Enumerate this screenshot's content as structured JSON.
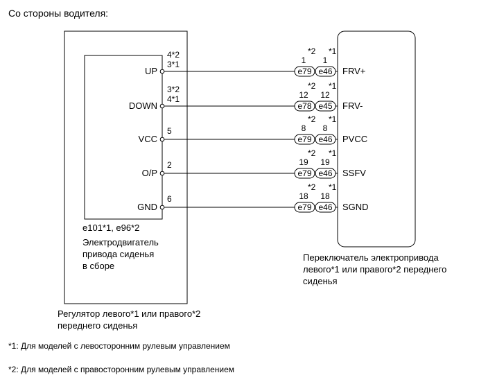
{
  "title": "Со стороны водителя:",
  "left_unit": {
    "code_label": "e101*1, e96*2",
    "motor_label": [
      "Электродвигатель",
      "привода сиденья",
      "в сборе"
    ],
    "outer_label": [
      "Регулятор левого*1 или правого*2",
      "переднего сиденья"
    ]
  },
  "right_unit": {
    "label": [
      "Переключатель электропривода",
      "левого*1 или правого*2 переднего",
      "сиденья"
    ]
  },
  "connections": [
    {
      "left_signal": "UP",
      "pin_a": "4*2",
      "pin_b": "3*1",
      "conn2_star": "*2",
      "conn1_star": "*1",
      "conn2_pin": "1",
      "conn1_pin": "1",
      "conn2": "e79",
      "conn1": "e46",
      "right_signal": "FRV+"
    },
    {
      "left_signal": "DOWN",
      "pin_a": "3*2",
      "pin_b": "4*1",
      "conn2_star": "*2",
      "conn1_star": "*1",
      "conn2_pin": "12",
      "conn1_pin": "12",
      "conn2": "e78",
      "conn1": "e45",
      "right_signal": "FRV-"
    },
    {
      "left_signal": "VCC",
      "pin_a": "5",
      "pin_b": "",
      "conn2_star": "*2",
      "conn1_star": "*1",
      "conn2_pin": "8",
      "conn1_pin": "8",
      "conn2": "e79",
      "conn1": "e46",
      "right_signal": "PVCC"
    },
    {
      "left_signal": "O/P",
      "pin_a": "2",
      "pin_b": "",
      "conn2_star": "*2",
      "conn1_star": "*1",
      "conn2_pin": "19",
      "conn1_pin": "19",
      "conn2": "e79",
      "conn1": "e46",
      "right_signal": "SSFV"
    },
    {
      "left_signal": "GND",
      "pin_a": "6",
      "pin_b": "",
      "conn2_star": "*2",
      "conn1_star": "*1",
      "conn2_pin": "18",
      "conn1_pin": "18",
      "conn2": "e79",
      "conn1": "e46",
      "right_signal": "SGND"
    }
  ],
  "footnotes": [
    "*1: Для моделей с левосторонним рулевым управлением",
    "*2: Для моделей с правосторонним рулевым управлением"
  ]
}
